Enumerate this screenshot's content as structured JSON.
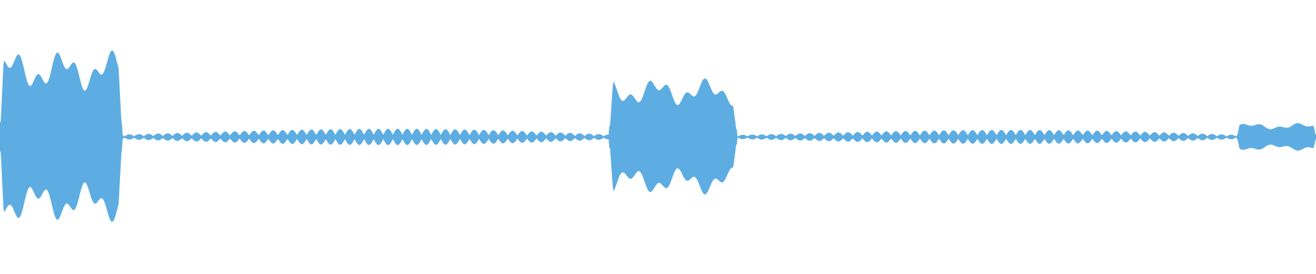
{
  "waveform": {
    "color": "#5dade2",
    "background": "#ffffff",
    "segments": [
      {
        "kind": "loud",
        "start": 0.0,
        "end": 0.093,
        "level": 0.62
      },
      {
        "kind": "quiet",
        "start": 0.093,
        "end": 0.463,
        "level": 0.07
      },
      {
        "kind": "loud",
        "start": 0.463,
        "end": 0.56,
        "level": 0.42
      },
      {
        "kind": "quiet",
        "start": 0.56,
        "end": 0.94,
        "level": 0.06
      },
      {
        "kind": "loud",
        "start": 0.94,
        "end": 1.0,
        "level": 0.1
      }
    ]
  }
}
